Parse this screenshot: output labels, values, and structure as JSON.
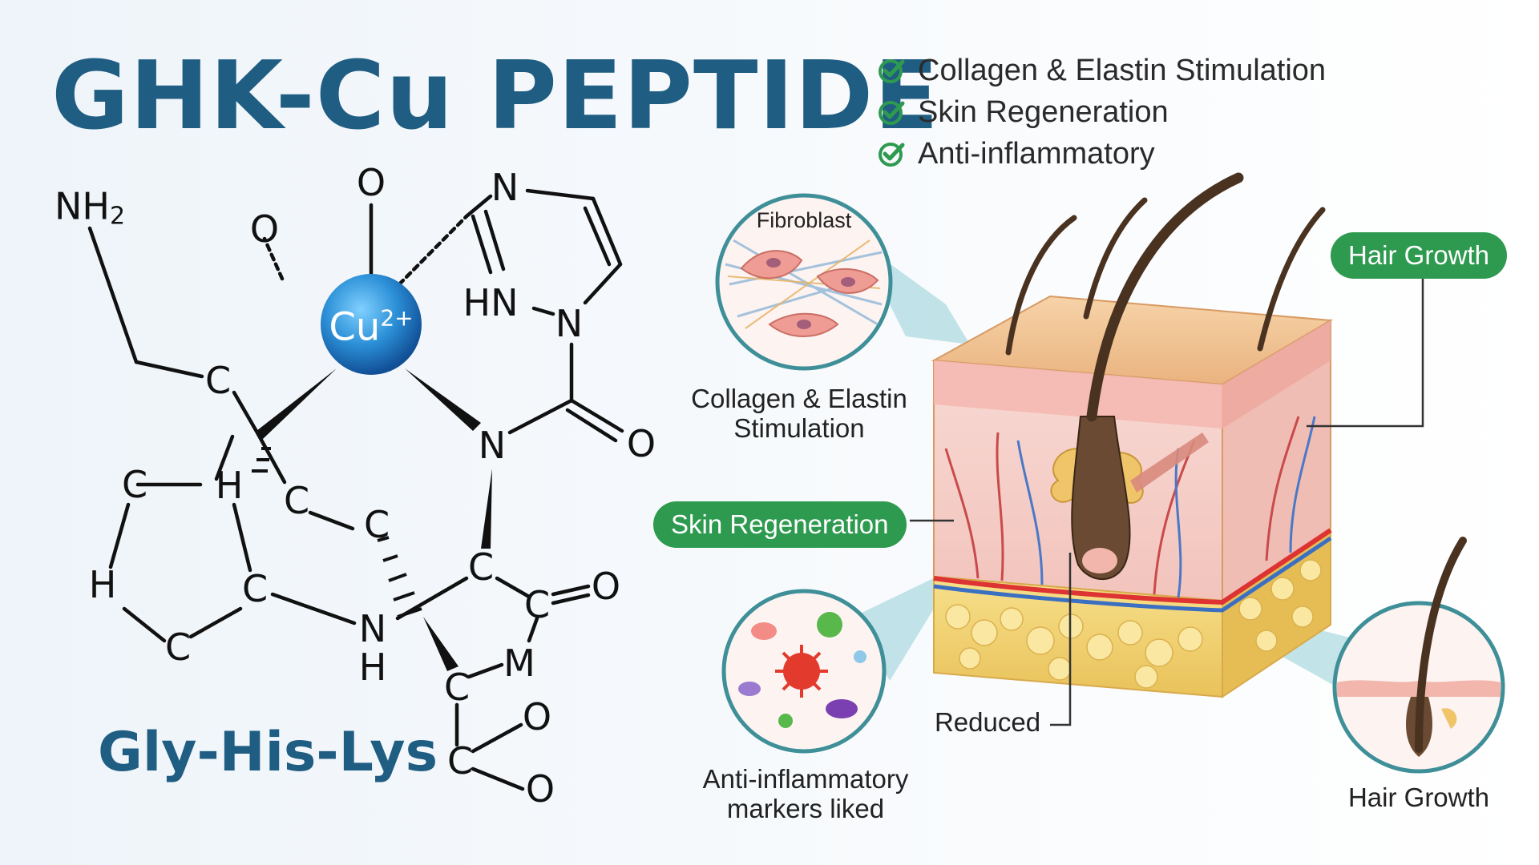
{
  "title": "GHK-Cu PEPTIDE",
  "subtitle": "Gly-His-Lys",
  "colors": {
    "title": "#1f5d82",
    "accent_green": "#2e9a4f",
    "copper": "#2b8fd6",
    "teal": "#57b1bd"
  },
  "benefits": [
    {
      "label": "Collagen & Elastin Stimulation",
      "icon": "check-circle-icon"
    },
    {
      "label": "Skin Regeneration",
      "icon": "check-circle-icon"
    },
    {
      "label": "Anti-inflammatory",
      "icon": "check-circle-icon"
    }
  ],
  "molecule": {
    "copper": "Cu",
    "copper_charge": "2+",
    "amine": "NH",
    "amine_sub": "2",
    "atoms": {
      "o_top": "O",
      "o_left": "O",
      "n_ring_top": "N",
      "hn_ring": "HN",
      "n_ring": "N",
      "c_chain": "C",
      "n_amide": "N",
      "o_amide": "O",
      "c_ring_top": "C",
      "h_ring_top": "H",
      "c_mid": "C",
      "c_mid2": "C",
      "h_left": "H",
      "c_left": "C",
      "c_bottom": "C",
      "nh_n": "N",
      "nh_h": "H",
      "c_alpha": "C",
      "c_carbonyl": "C",
      "o_carbonyl": "O",
      "m": "M",
      "c_lower": "C",
      "c_carboxyl": "C",
      "o_carboxyl1": "O",
      "o_carboxyl2": "O"
    }
  },
  "diagram": {
    "fibroblast": "Fibroblast",
    "collagen_label": "Collagen & Elastin\nStimulation",
    "skin_regeneration": "Skin Regeneration",
    "hair_growth_pill": "Hair Growth",
    "reduced": "Reduced",
    "anti_inflammatory_label": "Anti-inflammatory\nmarkers liked",
    "hair_growth_label": "Hair Growth"
  }
}
